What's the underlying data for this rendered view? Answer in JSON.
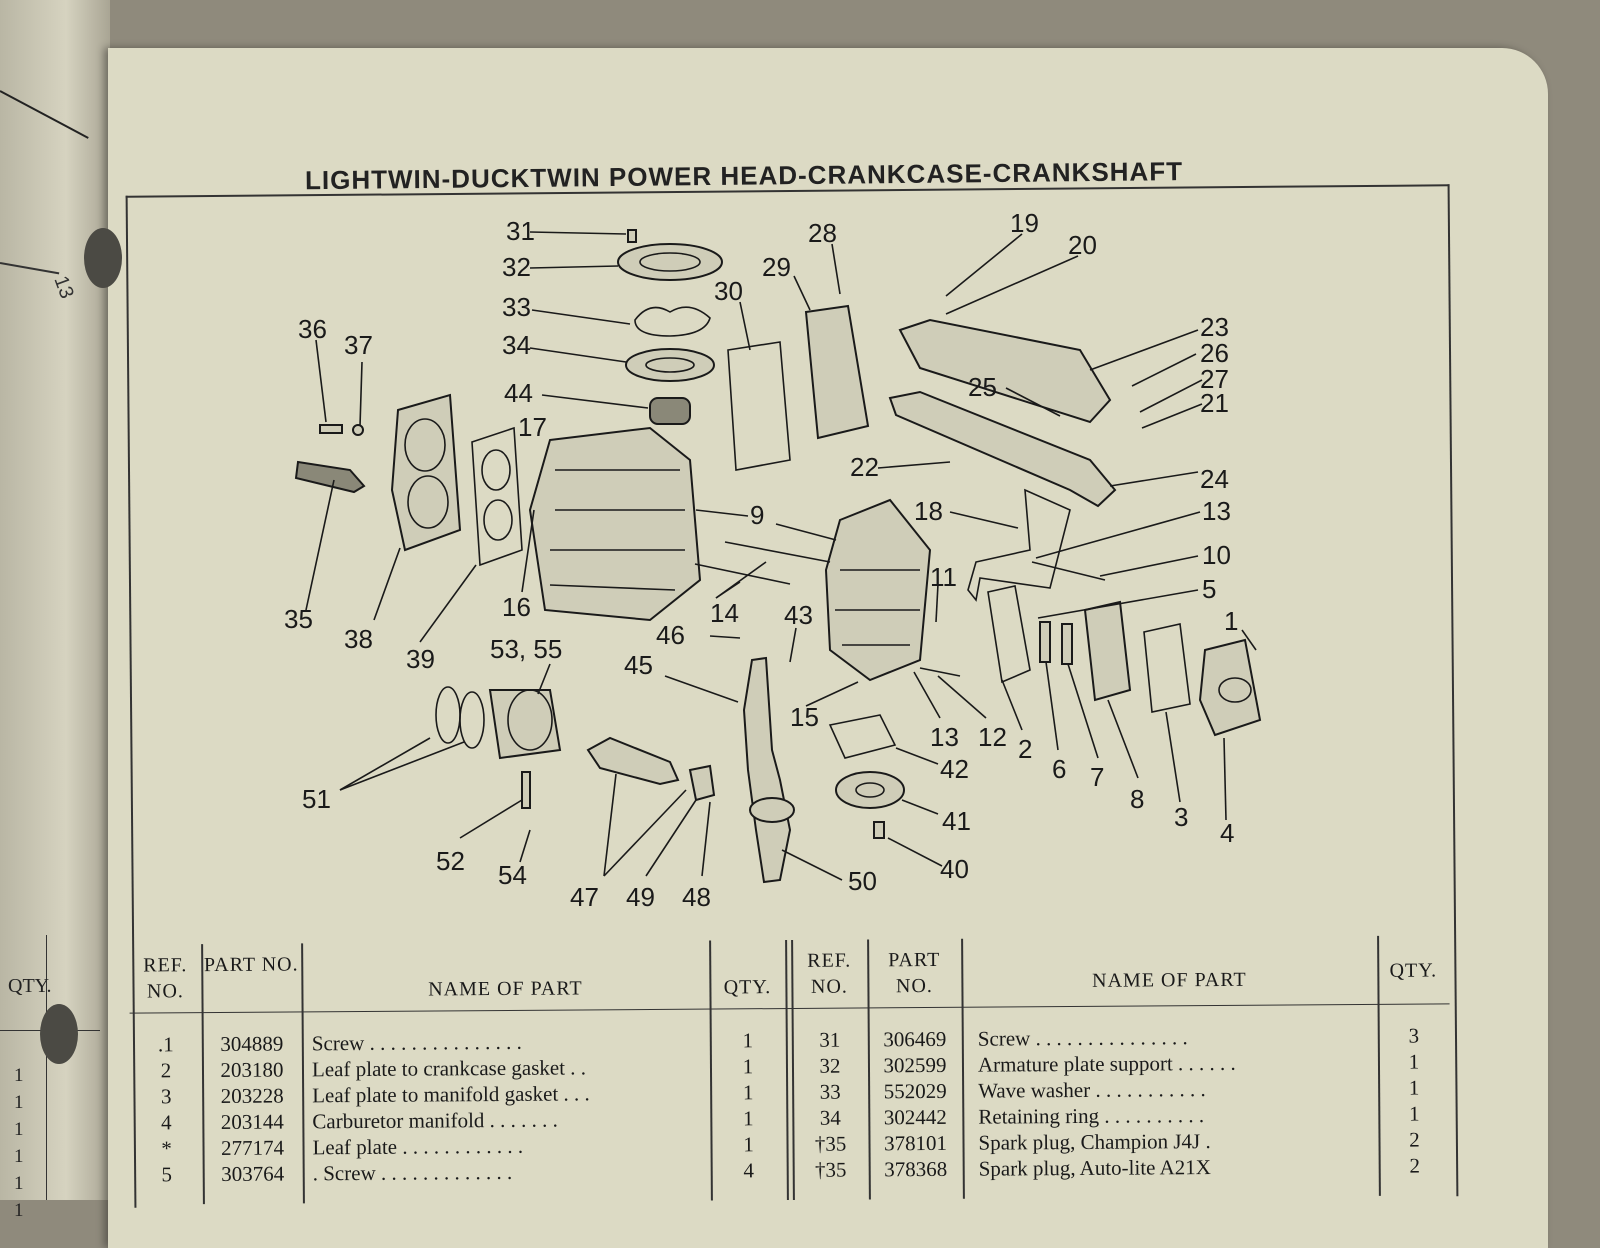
{
  "title": "LIGHTWIN-DUCKTWIN POWER HEAD-CRANKCASE-CRANKSHAFT",
  "left_page": {
    "mark": "13",
    "qty_header": "QTY.",
    "qtys": [
      "1",
      "1",
      "1",
      "1",
      "1",
      "1"
    ]
  },
  "diagram_labels": [
    "31",
    "32",
    "33",
    "34",
    "44",
    "17",
    "36",
    "37",
    "35",
    "38",
    "39",
    "16",
    "30",
    "29",
    "28",
    "19",
    "20",
    "23",
    "26",
    "27",
    "21",
    "25",
    "22",
    "24",
    "18",
    "13",
    "10",
    "5",
    "1",
    "9",
    "11",
    "14",
    "43",
    "46",
    "45",
    "53, 55",
    "51",
    "52",
    "54",
    "47",
    "49",
    "48",
    "50",
    "15",
    "13",
    "12",
    "2",
    "6",
    "7",
    "8",
    "3",
    "4",
    "42",
    "41",
    "40"
  ],
  "table": {
    "headers": {
      "ref_no": "REF. NO.",
      "part_no": "PART NO.",
      "name": "NAME OF PART",
      "qty": "QTY."
    },
    "left_rows": [
      {
        "ref": ".1",
        "part": "304889",
        "name": "Screw . . . . . . . . . . . . . . .",
        "qty": "1"
      },
      {
        "ref": "2",
        "part": "203180",
        "name": "Leaf plate to crankcase gasket . .",
        "qty": "1"
      },
      {
        "ref": "3",
        "part": "203228",
        "name": "Leaf plate to manifold gasket . . .",
        "qty": "1"
      },
      {
        "ref": "4",
        "part": "203144",
        "name": "Carburetor manifold . . . . . . .",
        "qty": "1"
      },
      {
        "ref": "*",
        "part": "277174",
        "name": "Leaf plate . . . . . . . . . . . .",
        "qty": "1"
      },
      {
        "ref": "5",
        "part": "303764",
        "name": ". Screw . . . . . . . . . . . . .",
        "qty": "4"
      }
    ],
    "right_rows": [
      {
        "ref": "31",
        "part": "306469",
        "name": "Screw . . . . . . . . . . . . . . .",
        "qty": "3"
      },
      {
        "ref": "32",
        "part": "302599",
        "name": "Armature plate support . . . . . .",
        "qty": "1"
      },
      {
        "ref": "33",
        "part": "552029",
        "name": "Wave washer . . . . . . . . . . .",
        "qty": "1"
      },
      {
        "ref": "34",
        "part": "302442",
        "name": "Retaining ring . . . . . . . . . .",
        "qty": "1"
      },
      {
        "ref": "†35",
        "part": "378101",
        "name": "Spark plug, Champion J4J .",
        "qty": "2"
      },
      {
        "ref": "†35",
        "part": "378368",
        "name": "Spark plug, Auto-lite A21X",
        "qty": "2"
      }
    ]
  },
  "colors": {
    "paper": "#dcdac4",
    "ink": "#1a1a1a",
    "background": "#8f8a7c"
  }
}
